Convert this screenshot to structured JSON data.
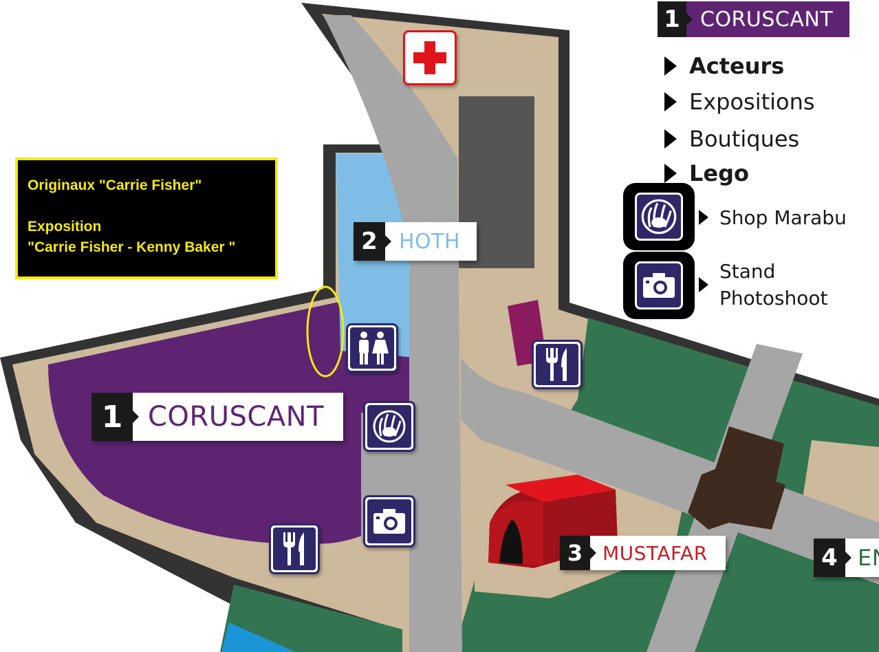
{
  "legend": {
    "header_number": "1",
    "header_title": "CORUSCANT",
    "items": [
      {
        "label": "Acteurs",
        "bold": true
      },
      {
        "label": "Expositions",
        "bold": false
      },
      {
        "label": "Boutiques",
        "bold": false
      },
      {
        "label": "Lego",
        "bold": true
      }
    ],
    "shop": {
      "label": "Shop Marabu",
      "icon": "handprint-icon"
    },
    "stand": {
      "line1": "Stand",
      "line2": "Photoshoot",
      "icon": "camera-icon"
    }
  },
  "info_box": {
    "line1": "Originaux \"Carrie Fisher\"",
    "line2": "Exposition",
    "line3": "\"Carrie Fisher - Kenny Baker \""
  },
  "zones": [
    {
      "number": "1",
      "name": "CORUSCANT",
      "color": "#5e2472"
    },
    {
      "number": "2",
      "name": "HOTH",
      "color": "#7fbde6"
    },
    {
      "number": "3",
      "name": "MUSTAFAR",
      "color": "#c21d24"
    },
    {
      "number": "4",
      "name": "EN",
      "color": "#2f6b46"
    }
  ],
  "icons": [
    {
      "name": "first-aid-icon",
      "color": "#e0151b"
    },
    {
      "name": "restroom-icon"
    },
    {
      "name": "restaurant-icon"
    },
    {
      "name": "handprint-icon"
    },
    {
      "name": "camera-icon"
    }
  ],
  "colors": {
    "path": "#a6a6a6",
    "sand": "#cdb99b",
    "grass": "#337550",
    "wall": "#333333",
    "coruscant": "#5e2472",
    "hoth": "#7fbde6",
    "info_text": "#f5e90f"
  }
}
